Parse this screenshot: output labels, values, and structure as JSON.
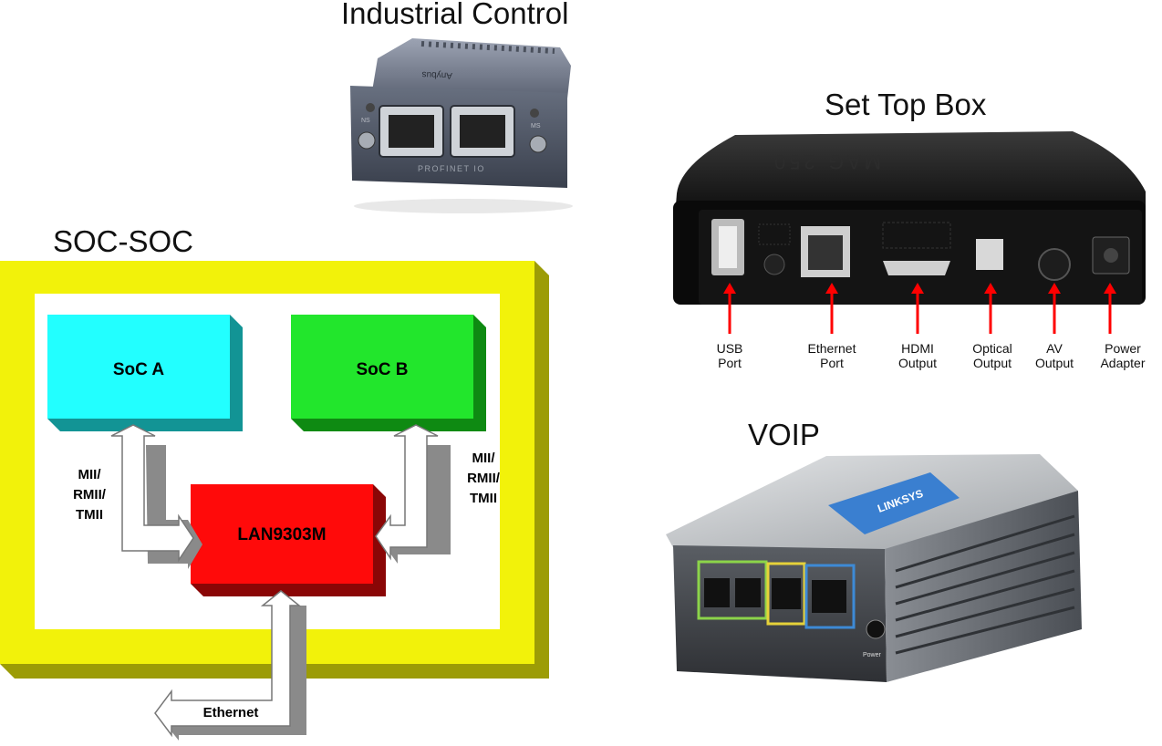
{
  "titles": {
    "industrial": "Industrial Control",
    "settop": "Set Top Box",
    "voip": "VOIP",
    "socsoc": "SOC-SOC"
  },
  "diagram": {
    "soc_a": "SoC A",
    "soc_b": "SoC B",
    "lan": "LAN9303M",
    "mii_left": [
      "MII/",
      "RMII/",
      "TMII"
    ],
    "mii_right": [
      "MII/",
      "RMII/",
      "TMII"
    ],
    "ethernet": "Ethernet"
  },
  "industrial_module": {
    "brand": "Anybus",
    "label": "PROFINET IO",
    "led_left": "NS",
    "led_right": "MS"
  },
  "settop_box": {
    "brand": "MAG 250",
    "ports": [
      [
        "USB",
        "Port"
      ],
      [
        "Ethernet",
        "Port"
      ],
      [
        "HDMI",
        "Output"
      ],
      [
        "Optical",
        "Output"
      ],
      [
        "AV",
        "Output"
      ],
      [
        "Power",
        "Adapter"
      ]
    ]
  },
  "voip_device": {
    "brand": "LINKSYS",
    "power_label": "Power"
  },
  "colors": {
    "yellow": "#f2f20a",
    "cyan": "#22ffff",
    "green": "#22e62c",
    "red": "#ff0a0a"
  }
}
